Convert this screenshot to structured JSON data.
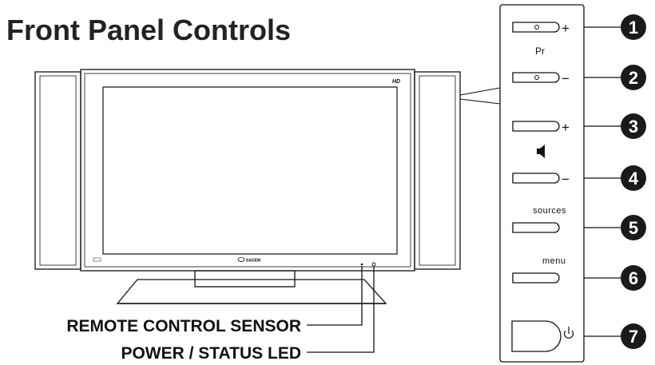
{
  "title": "Front Panel Controls",
  "panel": {
    "pr_label": "Pr",
    "sources_label": "sources",
    "menu_label": "menu",
    "plus_sign": "+",
    "minus_sign": "−",
    "buttons": [
      {
        "number": "1",
        "name": "program-up"
      },
      {
        "number": "2",
        "name": "program-down"
      },
      {
        "number": "3",
        "name": "volume-up"
      },
      {
        "number": "4",
        "name": "volume-down"
      },
      {
        "number": "5",
        "name": "sources"
      },
      {
        "number": "6",
        "name": "menu"
      },
      {
        "number": "7",
        "name": "power"
      }
    ],
    "icons": {
      "volume": "speaker-icon",
      "power": "power-icon"
    }
  },
  "tv": {
    "brand": "SAGEM",
    "hd_badge": "HD"
  },
  "callouts": {
    "remote_sensor": "REMOTE CONTROL SENSOR",
    "power_led": "POWER / STATUS LED"
  },
  "colors": {
    "ink": "#111111",
    "badge_fill": "#1a1a1a",
    "badge_text": "#ffffff"
  }
}
